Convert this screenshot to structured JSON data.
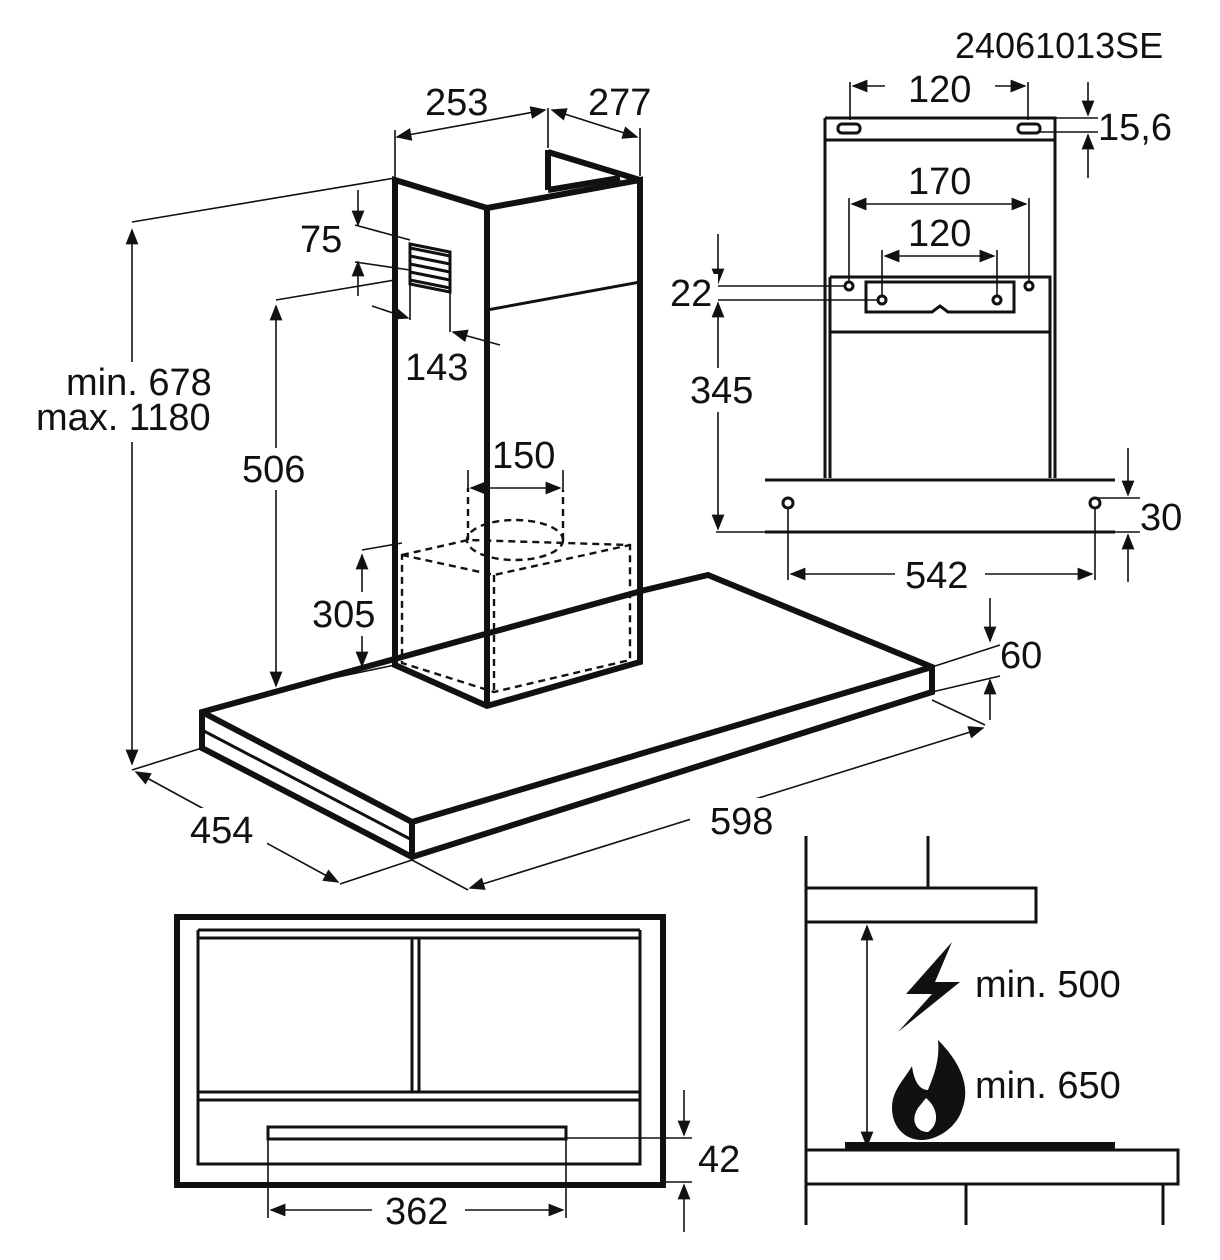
{
  "document_code": "24061013SE",
  "main_view": {
    "chimney_width": "253",
    "chimney_depth": "277",
    "vent_offset": "75",
    "vent_depth": "143",
    "height_range_min": "min. 678",
    "height_range_max": "max. 1180",
    "chimney_height": "506",
    "outlet_diameter": "150",
    "motor_height": "305",
    "canopy_depth": "454",
    "canopy_width": "598",
    "canopy_thickness": "60"
  },
  "bracket_view": {
    "top_slot_spacing": "120",
    "top_slot_offset": "15,6",
    "hole_spacing_outer": "170",
    "hole_spacing_inner": "120",
    "bracket_height": "22",
    "bracket_to_base": "345",
    "base_hole_offset": "30",
    "base_hole_spacing": "542"
  },
  "bottom_view": {
    "filter_edge": "42",
    "filter_width": "362"
  },
  "clearance_view": {
    "electric_min": "min. 500",
    "gas_min": "min. 650",
    "electric_icon": "lightning-icon",
    "gas_icon": "flame-icon"
  }
}
